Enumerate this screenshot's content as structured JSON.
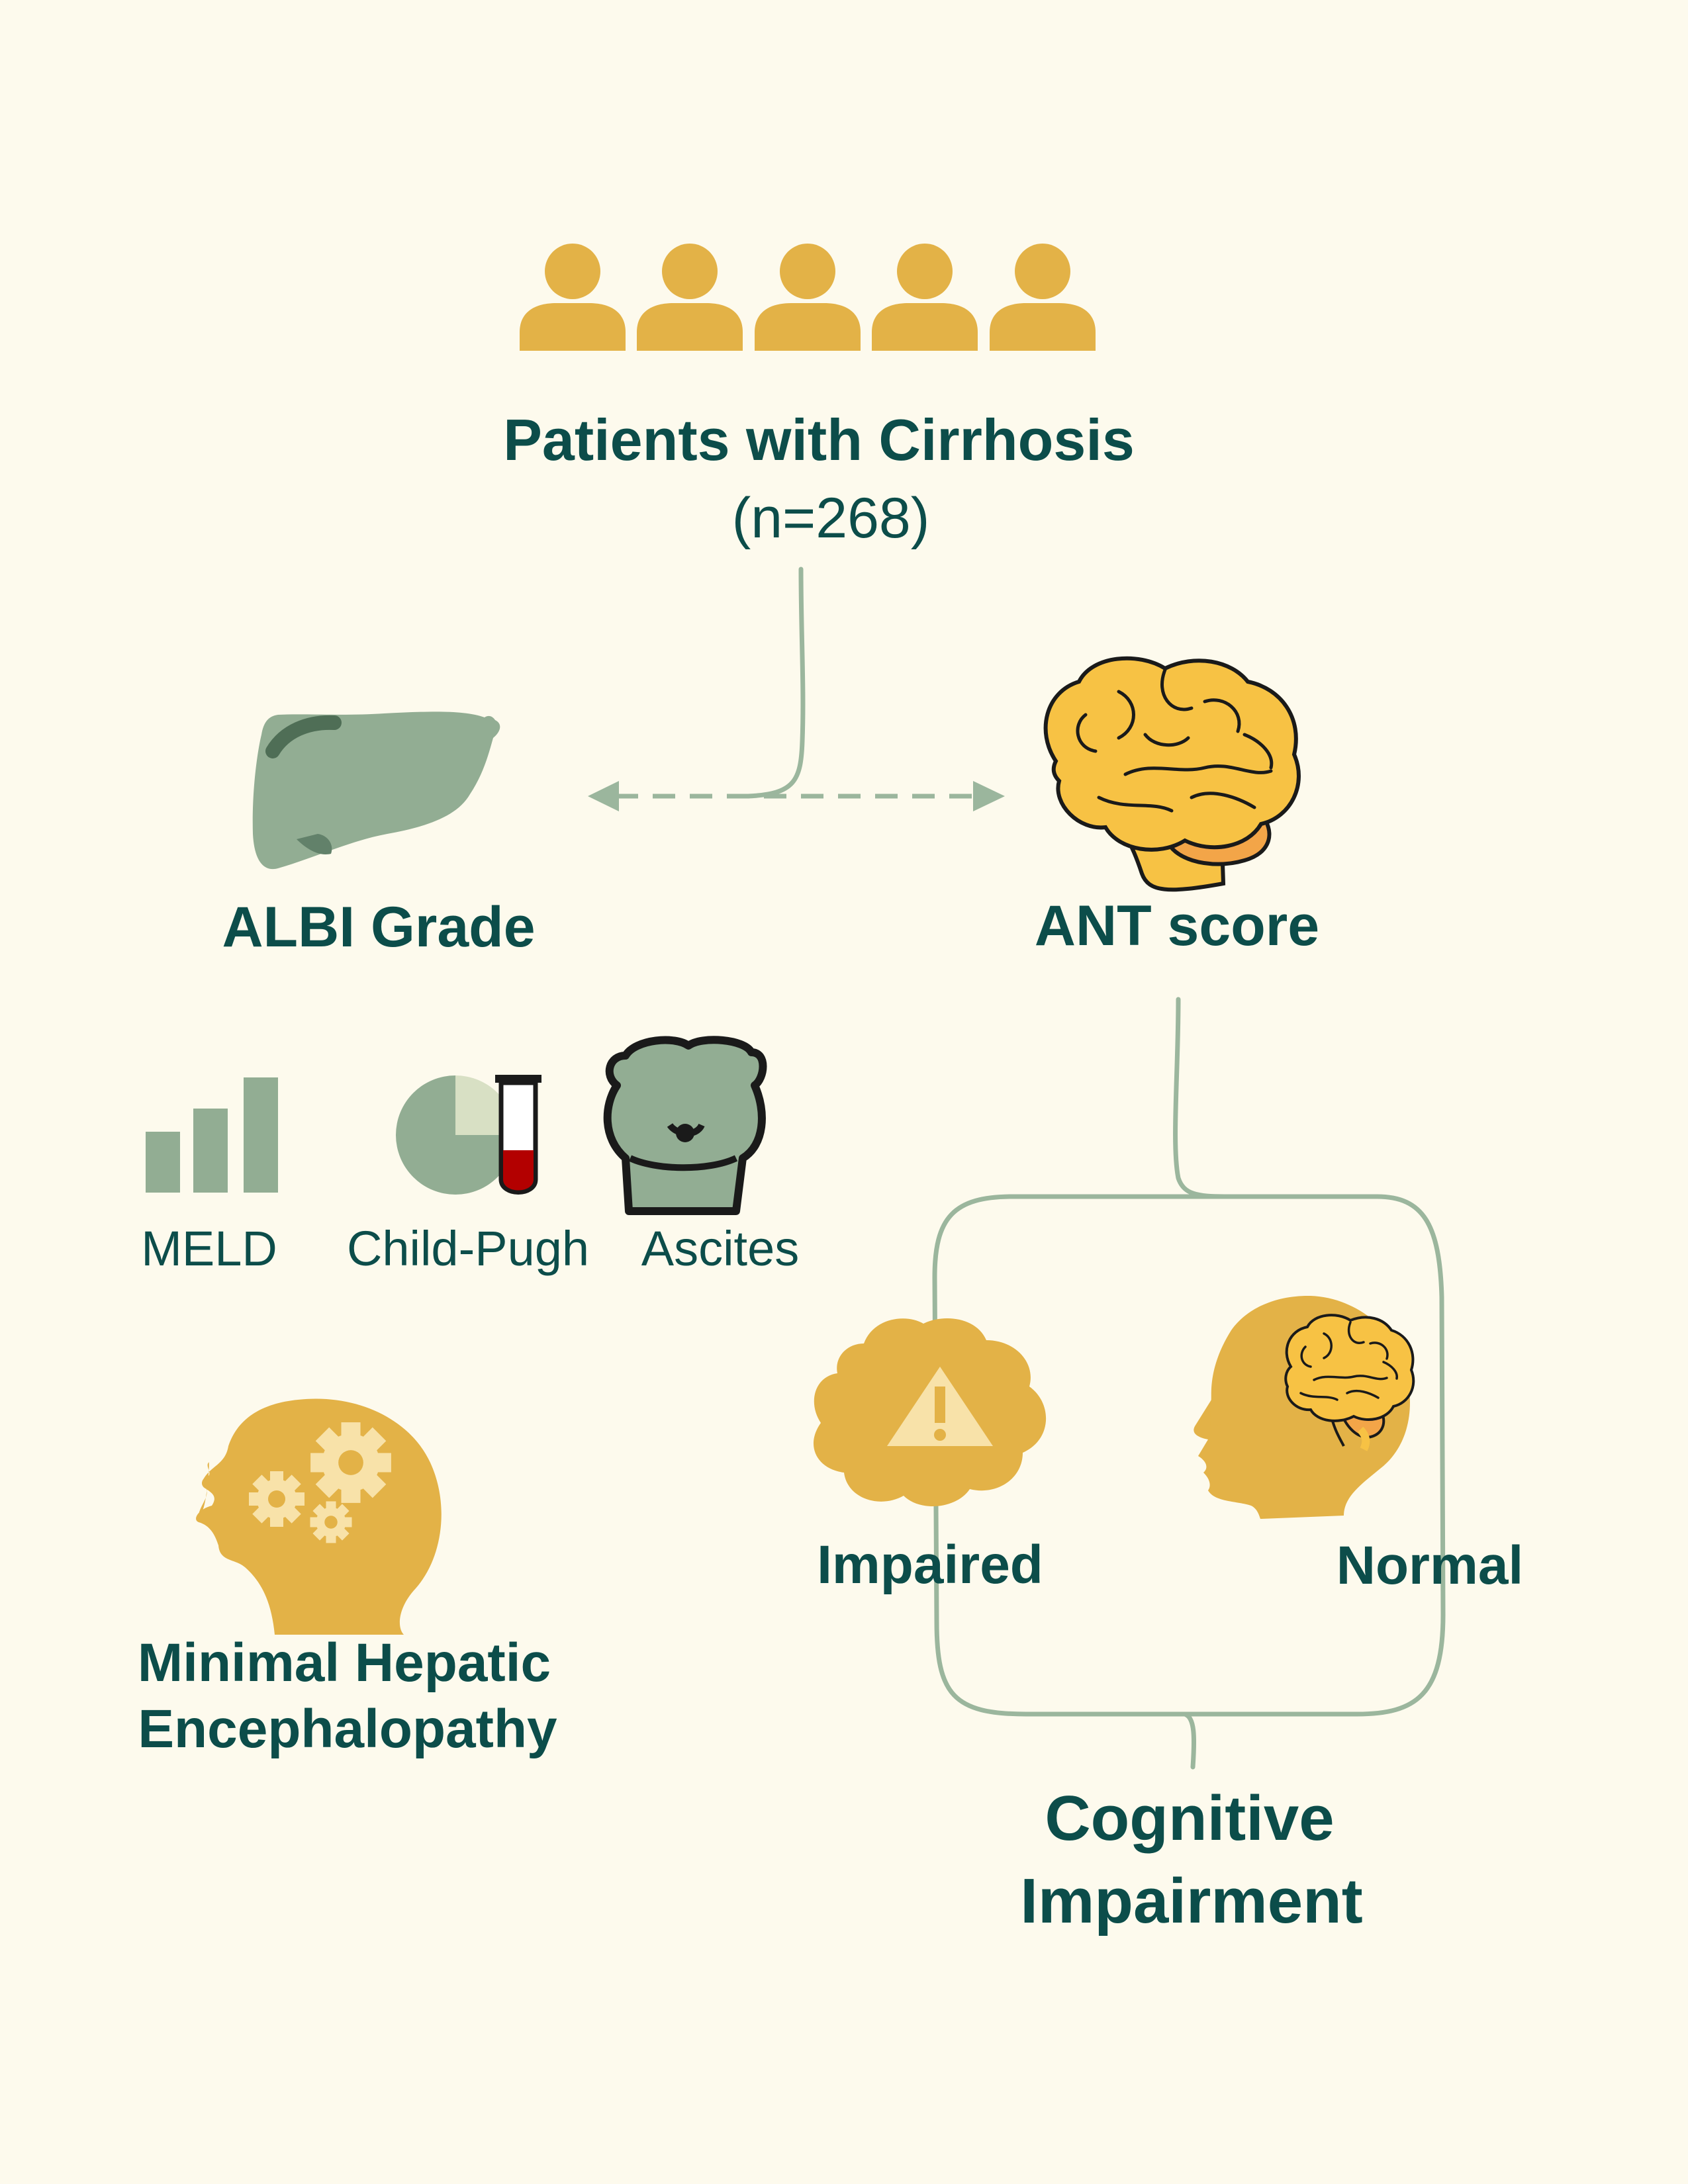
{
  "population": {
    "title": "Patients with Cirrhosis",
    "count": "(n=268)"
  },
  "albi": {
    "label": "ALBI Grade"
  },
  "ant": {
    "label": "ANT score"
  },
  "scores": {
    "meld": "MELD",
    "child_pugh": "Child-Pugh",
    "ascites": "Ascites"
  },
  "mhe": {
    "line1": "Minimal Hepatic",
    "line2": "Encephalopathy"
  },
  "outcome": {
    "impaired": "Impaired",
    "normal": "Normal",
    "cognitive_line1": "Cognitive",
    "cognitive_line2": "Impairment"
  },
  "colors": {
    "background": "#fdfaed",
    "text": "#0c4d4a",
    "mustard": "#e3b247",
    "sage": "#92ad93",
    "line": "#9bb69d",
    "brain": "#f7c244",
    "cerebellum": "#f3a548",
    "blood": "#b30000"
  }
}
